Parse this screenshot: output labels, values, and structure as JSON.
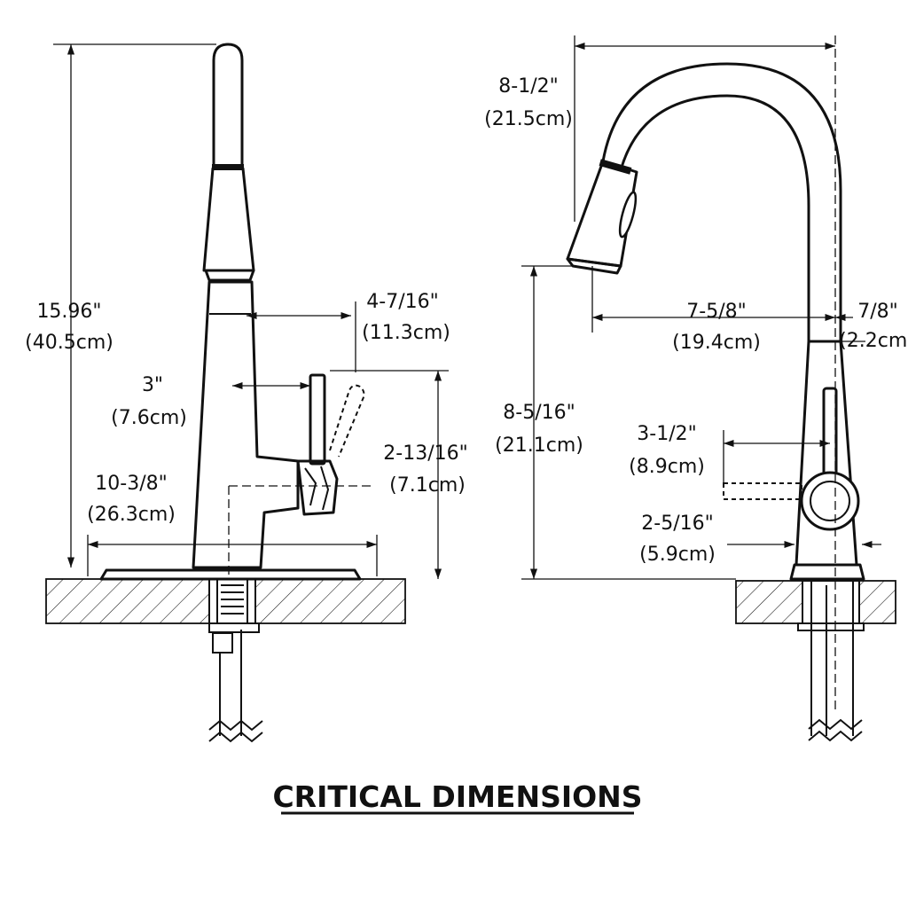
{
  "title": "CRITICAL DIMENSIONS",
  "colors": {
    "line": "#111111",
    "background": "#ffffff"
  },
  "front_view": {
    "height": {
      "imperial": "15.96\"",
      "metric": "(40.5cm)"
    },
    "handle_reach": {
      "imperial": "4-7/16\"",
      "metric": "(11.3cm)"
    },
    "lever_offset": {
      "imperial": "3\"",
      "metric": "(7.6cm)"
    },
    "lever_height": {
      "imperial": "2-13/16\"",
      "metric": "(7.1cm)"
    },
    "deck_plate_width": {
      "imperial": "10-3/8\"",
      "metric": "(26.3cm)"
    }
  },
  "side_view": {
    "spout_clearance": {
      "imperial": "8-1/2\"",
      "metric": "(21.5cm)"
    },
    "spout_reach": {
      "imperial": "7-5/8\"",
      "metric": "(19.4cm)"
    },
    "body_offset": {
      "imperial": "7/8\"",
      "metric": "(2.2cm)"
    },
    "aerator_height": {
      "imperial": "8-5/16\"",
      "metric": "(21.1cm)"
    },
    "handle_length": {
      "imperial": "3-1/2\"",
      "metric": "(8.9cm)"
    },
    "base_diameter": {
      "imperial": "2-5/16\"",
      "metric": "(5.9cm)"
    }
  }
}
